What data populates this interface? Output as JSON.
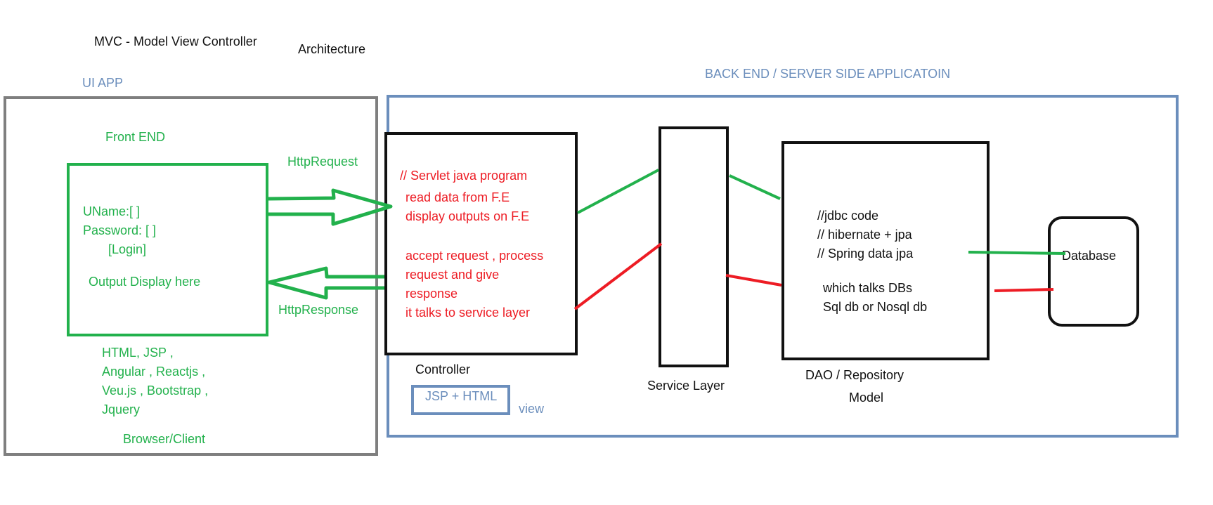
{
  "title": {
    "main": "MVC - Model View Controller",
    "sub": "Architecture"
  },
  "ui_app": {
    "label": "UI APP",
    "front_end": "Front END",
    "form": {
      "uname": "UName:[     ]",
      "password": "Password: [     ]",
      "login": "[Login]",
      "output": "Output Display here"
    },
    "technologies": [
      "HTML, JSP ,",
      "Angular , Reactjs ,",
      "Veu.js , Bootstrap ,",
      "Jquery"
    ],
    "browser_client": "Browser/Client"
  },
  "http": {
    "request": "HttpRequest",
    "response": "HttpResponse"
  },
  "back_end": {
    "label": "BACK END / SERVER SIDE APPLICATOIN",
    "controller": {
      "lines": [
        "// Servlet java program",
        "read data from F.E",
        "display outputs on F.E",
        "accept request , process",
        "request and give",
        "response",
        "it talks to service layer"
      ],
      "label": "Controller"
    },
    "view": {
      "box_text": "JSP + HTML",
      "label": "view"
    },
    "service_layer": "Service Layer",
    "dao": {
      "lines": [
        "//jdbc code",
        "// hibernate + jpa",
        "// Spring data jpa",
        "which talks DBs",
        "Sql db or Nosql db"
      ],
      "label": "DAO / Repository",
      "model": "Model"
    },
    "database": "Database"
  },
  "colors": {
    "green": "#22b14c",
    "red": "#ed1c24",
    "blue": "#6b8ebc",
    "gray": "#7f7f7f",
    "black": "#111111"
  }
}
